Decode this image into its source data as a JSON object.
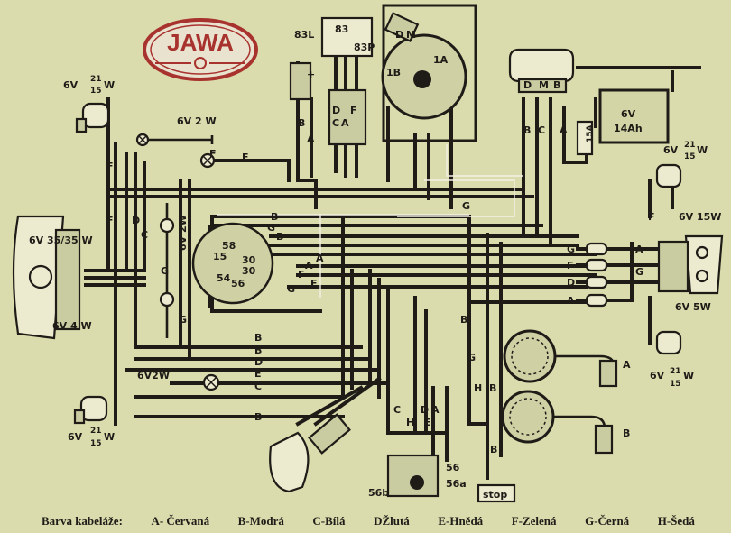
{
  "logo": {
    "text": "JAWA",
    "color": "#a8322e"
  },
  "colors": {
    "background": "#dadcad",
    "wire": "#1f1c18",
    "logo_red": "#a8322e"
  },
  "legend": {
    "title": "Barva kabeláže:",
    "items": [
      "A- Červaná",
      "B-Modrá",
      "C-Bílá",
      "DŽlutá",
      "E-Hnědá",
      "F-Zelená",
      "G-Černá",
      "H-Šedá"
    ]
  },
  "components": {
    "headlamp": {
      "rating": "6V 35/35 W",
      "pilot": "6V 4 W"
    },
    "front_left_upper_indicator": {
      "rating_v": "6V",
      "rating_top": "21",
      "rating_mid": "15",
      "rating_w": "W"
    },
    "front_left_lower_indicator": {
      "rating_v": "6V",
      "rating_top": "21",
      "rating_mid": "15",
      "rating_w": "W"
    },
    "rear_right_upper_indicator": {
      "rating_v": "6V",
      "rating_top": "21",
      "rating_mid": "15",
      "rating_w": "W"
    },
    "rear_right_lower_indicator": {
      "rating_v": "6V",
      "rating_top": "21",
      "rating_mid": "15",
      "rating_w": "W"
    },
    "speedo_lamp": "6V 2 W",
    "neutral_lamp": "6V 2W",
    "lower_lamp": "6V2W",
    "tail_lamp": {
      "main": "6V 15W",
      "stop": "6V 5W"
    },
    "battery": {
      "voltage": "6V",
      "capacity": "14Ah"
    },
    "fuse": "15A",
    "regulator": {
      "terminals": [
        "D",
        "M",
        "B"
      ]
    },
    "dynamo": {
      "terminals": [
        "D",
        "M",
        "1B",
        "1A"
      ]
    },
    "flasher": {
      "terminals": [
        "83L",
        "83",
        "83P"
      ]
    },
    "switch_box": {
      "terminals": [
        "58",
        "15",
        "30",
        "30",
        "54",
        "56"
      ]
    },
    "dimmer": {
      "terminals": [
        "56",
        "56a",
        "56b"
      ]
    },
    "stop_switch": "stop",
    "spark_plug_a": "A",
    "spark_plug_b": "B"
  },
  "wire_letters": {
    "dynamo_left": [
      "B",
      "A"
    ],
    "flasher_wires": [
      "D",
      "F",
      "A",
      "C"
    ],
    "regulator_wires": [
      "B",
      "C",
      "A"
    ],
    "center_left": [
      "F",
      "F",
      "D",
      "C",
      "G",
      "G"
    ],
    "center_bundle": [
      "B",
      "G",
      "B",
      "A",
      "F",
      "G",
      "E",
      "A",
      "F"
    ],
    "lower_bundle": [
      "B",
      "B",
      "D",
      "E",
      "C",
      "B"
    ],
    "right_connectors": [
      "G",
      "F",
      "D",
      "A"
    ],
    "right_rear": [
      "A",
      "G",
      "F"
    ],
    "bottom_right": [
      "G",
      "H",
      "B",
      "B"
    ],
    "bottom_center": [
      "C",
      "H",
      "D",
      "A",
      "E"
    ],
    "misc": [
      "G",
      "B",
      "F"
    ]
  }
}
